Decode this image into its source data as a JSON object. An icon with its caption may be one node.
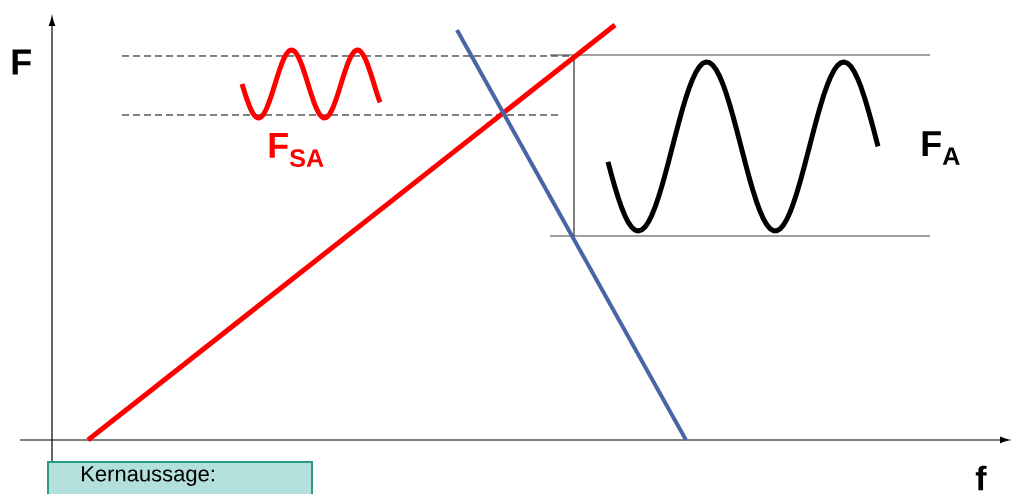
{
  "diagram": {
    "nodes": [
      {
        "text": [
          "Kernaussage:"
        ]
      }
    ],
    "labels": [
      "F",
      "F$_{SA}$",
      "F$_{A}$",
      "f"
    ]
  }
}
